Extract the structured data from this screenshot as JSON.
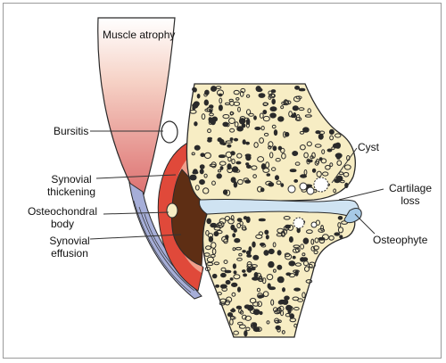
{
  "colors": {
    "bone": "#f7edc4",
    "bone_outline": "#2a2a2a",
    "cartilage": "#cfe3f2",
    "muscle_top": "#ffffff",
    "muscle_bottom": "#de7272",
    "synovium": "#e0493a",
    "effusion": "#f0a08c",
    "tissue": "#5e2e14",
    "capsule": "#a6aed8",
    "cyst": "#ffffff",
    "label_line": "#333333"
  },
  "labels": {
    "muscle_atrophy": "Muscle atrophy",
    "bursitis": "Bursitis",
    "synovial_thickening": [
      "Synovial",
      "thickening"
    ],
    "osteochondral_body": [
      "Osteochondral",
      "body"
    ],
    "synovial_effusion": [
      "Synovial",
      "effusion"
    ],
    "cyst": "Cyst",
    "cartilage_loss": [
      "Cartilage",
      "loss"
    ],
    "osteophyte": "Osteophyte"
  }
}
